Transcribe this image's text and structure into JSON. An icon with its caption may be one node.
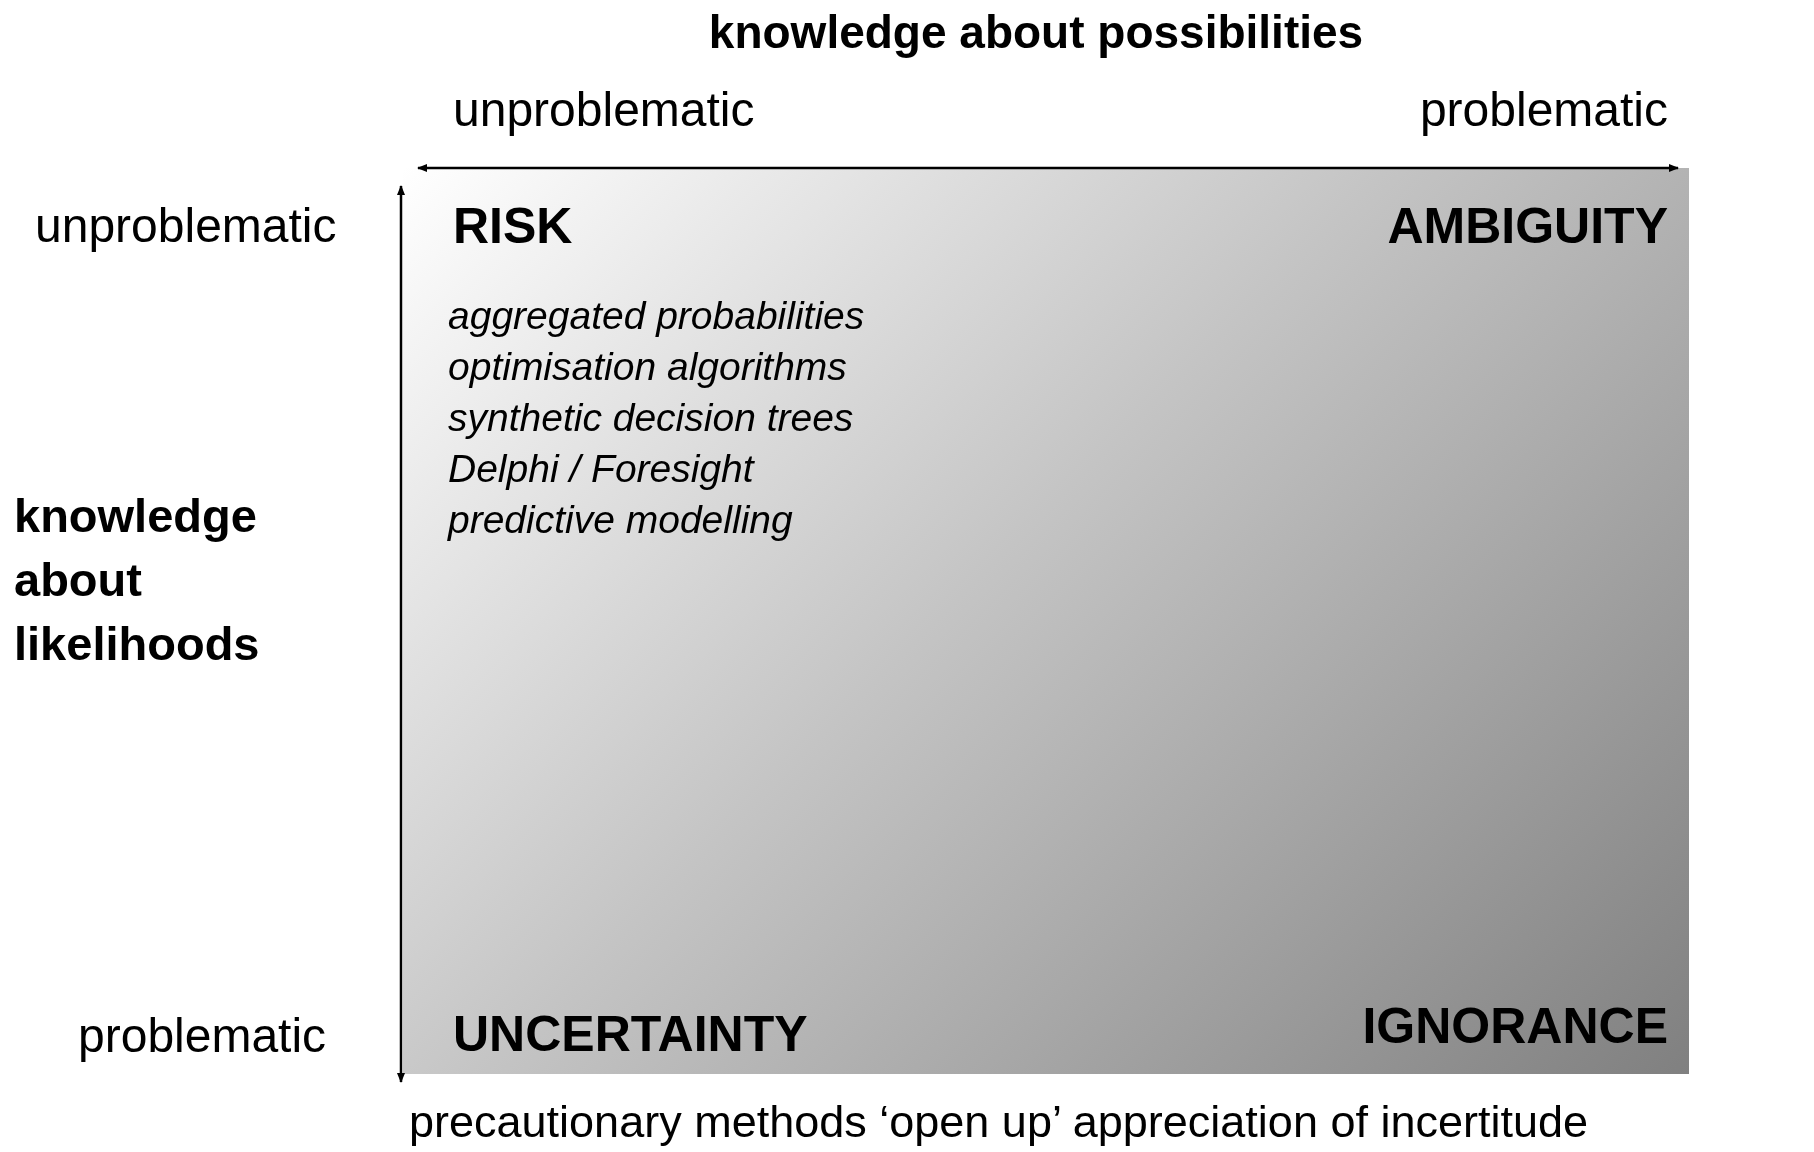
{
  "diagram": {
    "caption": "precautionary methods ‘open up’ appreciation of incertitude",
    "nodes": [
      {
        "text": [
          "RISK",
          "aggregated probabilities",
          "optimisation algorithms",
          "synthetic decision trees",
          "Delphi / Foresight",
          "predictive modelling",
          "AMBIGUITY",
          "UNCERTAINTY",
          "IGNORANCE"
        ]
      }
    ],
    "labels": [
      "knowledge about possibilities",
      "unproblematic",
      "problematic",
      "unproblematic",
      "knowledge about likelihoods",
      "problematic"
    ]
  }
}
